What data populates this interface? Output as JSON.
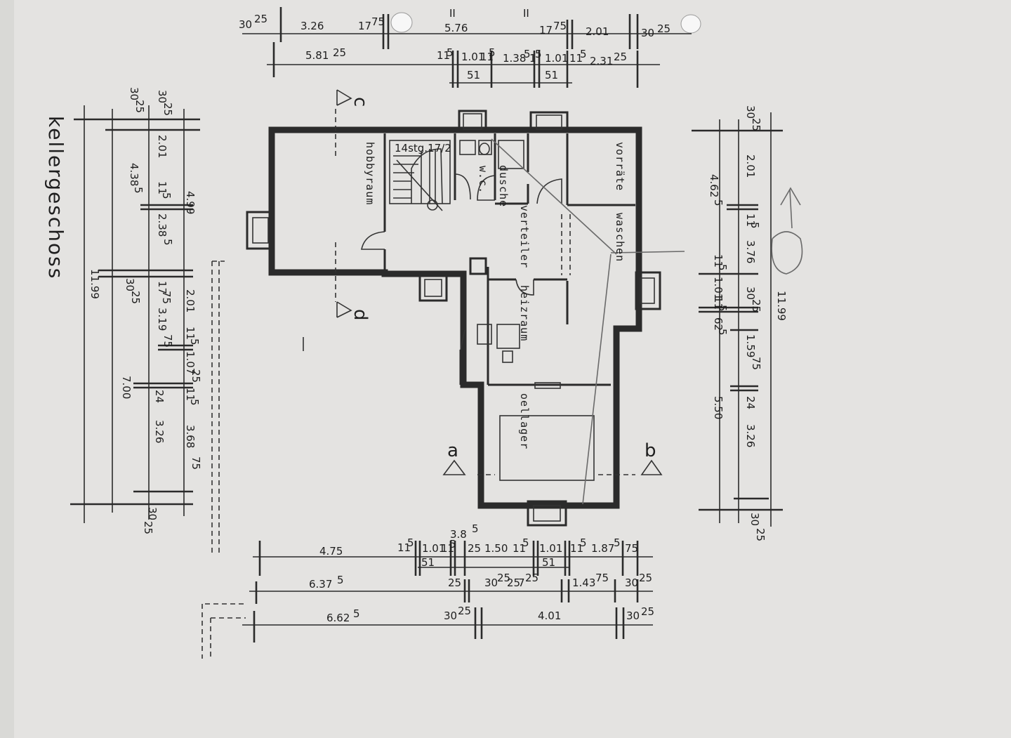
{
  "title": "kellergeschoss",
  "rooms": {
    "hobbyraum": "hobbyraum",
    "stair": "14stg.17/2",
    "wc": "w.c.",
    "dusche": "dusche",
    "vorraete": "vorräte",
    "waschen": "waschen",
    "verteiler": "verteiler",
    "heizraum": "heizraum",
    "oellager": "oellager"
  },
  "section_marks": {
    "a": "a",
    "b": "b",
    "c": "c",
    "d": "d"
  },
  "dims_top_row1": [
    "30",
    "25",
    "3.26",
    "17",
    "75",
    "5.76",
    "17",
    "75",
    "2.01",
    "30",
    "25"
  ],
  "dims_top_row2": [
    "5.81",
    "25",
    "11",
    "5",
    "1.01",
    "11",
    "5",
    "1.38",
    "5",
    "1",
    "5",
    "1.01",
    "11",
    "5",
    "2.31",
    "25"
  ],
  "dims_top_row3": [
    "51",
    "51"
  ],
  "dims_top_marks": [
    "II",
    "II"
  ],
  "dims_left_outer": [
    "4.99",
    "2.01",
    "11",
    "5",
    "1.07",
    "25",
    "11",
    "5",
    "3.68",
    "75"
  ],
  "dims_left_mid": [
    "30",
    "25",
    "2.01",
    "11",
    "5",
    "2.38",
    "5",
    "17",
    "75",
    "3.19",
    "75",
    "24",
    "3.26",
    "30",
    "25"
  ],
  "dims_left_inner": [
    "30",
    "25",
    "4.38",
    "5",
    "30",
    "25",
    "7.00"
  ],
  "dims_left_total": [
    "11.99"
  ],
  "dims_right_inner": [
    "30",
    "25",
    "2.01",
    "11",
    "5",
    "3.76",
    "30",
    "25",
    "1.59",
    "75",
    "24",
    "3.26",
    "30",
    "25"
  ],
  "dims_right_mid": [
    "4.62",
    "5",
    "11",
    "5",
    "1.01",
    "11",
    "5",
    "62",
    "5",
    "5.50"
  ],
  "dims_right_total": [
    "11.99"
  ],
  "dims_bottom_row1": [
    "4.75",
    "11",
    "5",
    "1.01",
    "11",
    "5",
    "3.8",
    "5",
    "25",
    "1.50",
    "11",
    "5",
    "1.01",
    "11",
    "5",
    "1.87",
    "5",
    "75"
  ],
  "dims_bottom_row1b": [
    "51",
    "51"
  ],
  "dims_bottom_row2": [
    "6.37",
    "5",
    "25",
    "30",
    "25",
    "25",
    "7",
    "25",
    "1.43",
    "75",
    "30",
    "25"
  ],
  "dims_bottom_row3": [
    "6.62",
    "5",
    "30",
    "25",
    "4.01",
    "30",
    "25"
  ]
}
